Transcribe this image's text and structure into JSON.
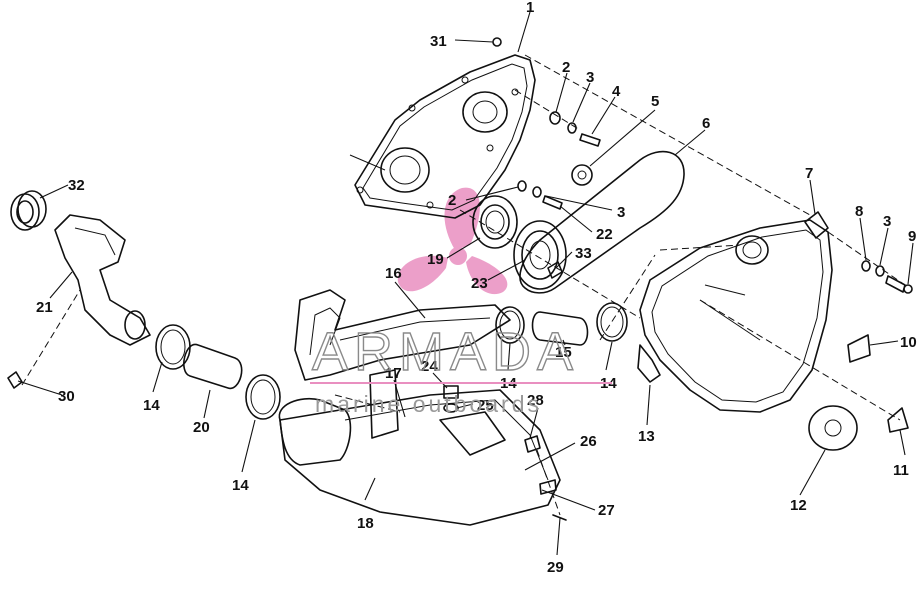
{
  "watermark": {
    "title": "ARMADA",
    "subtitle": "marine outboards",
    "accent_color": "#e98fc0",
    "text_color": "#8a8a8a"
  },
  "callouts": [
    "1",
    "2",
    "3",
    "4",
    "5",
    "6",
    "7",
    "8",
    "3",
    "9",
    "10",
    "11",
    "12",
    "13",
    "14",
    "15",
    "14",
    "16",
    "17",
    "18",
    "19",
    "2",
    "3",
    "22",
    "23",
    "33",
    "24",
    "25",
    "28",
    "26",
    "27",
    "29",
    "14",
    "20",
    "14",
    "21",
    "30",
    "31",
    "32"
  ]
}
